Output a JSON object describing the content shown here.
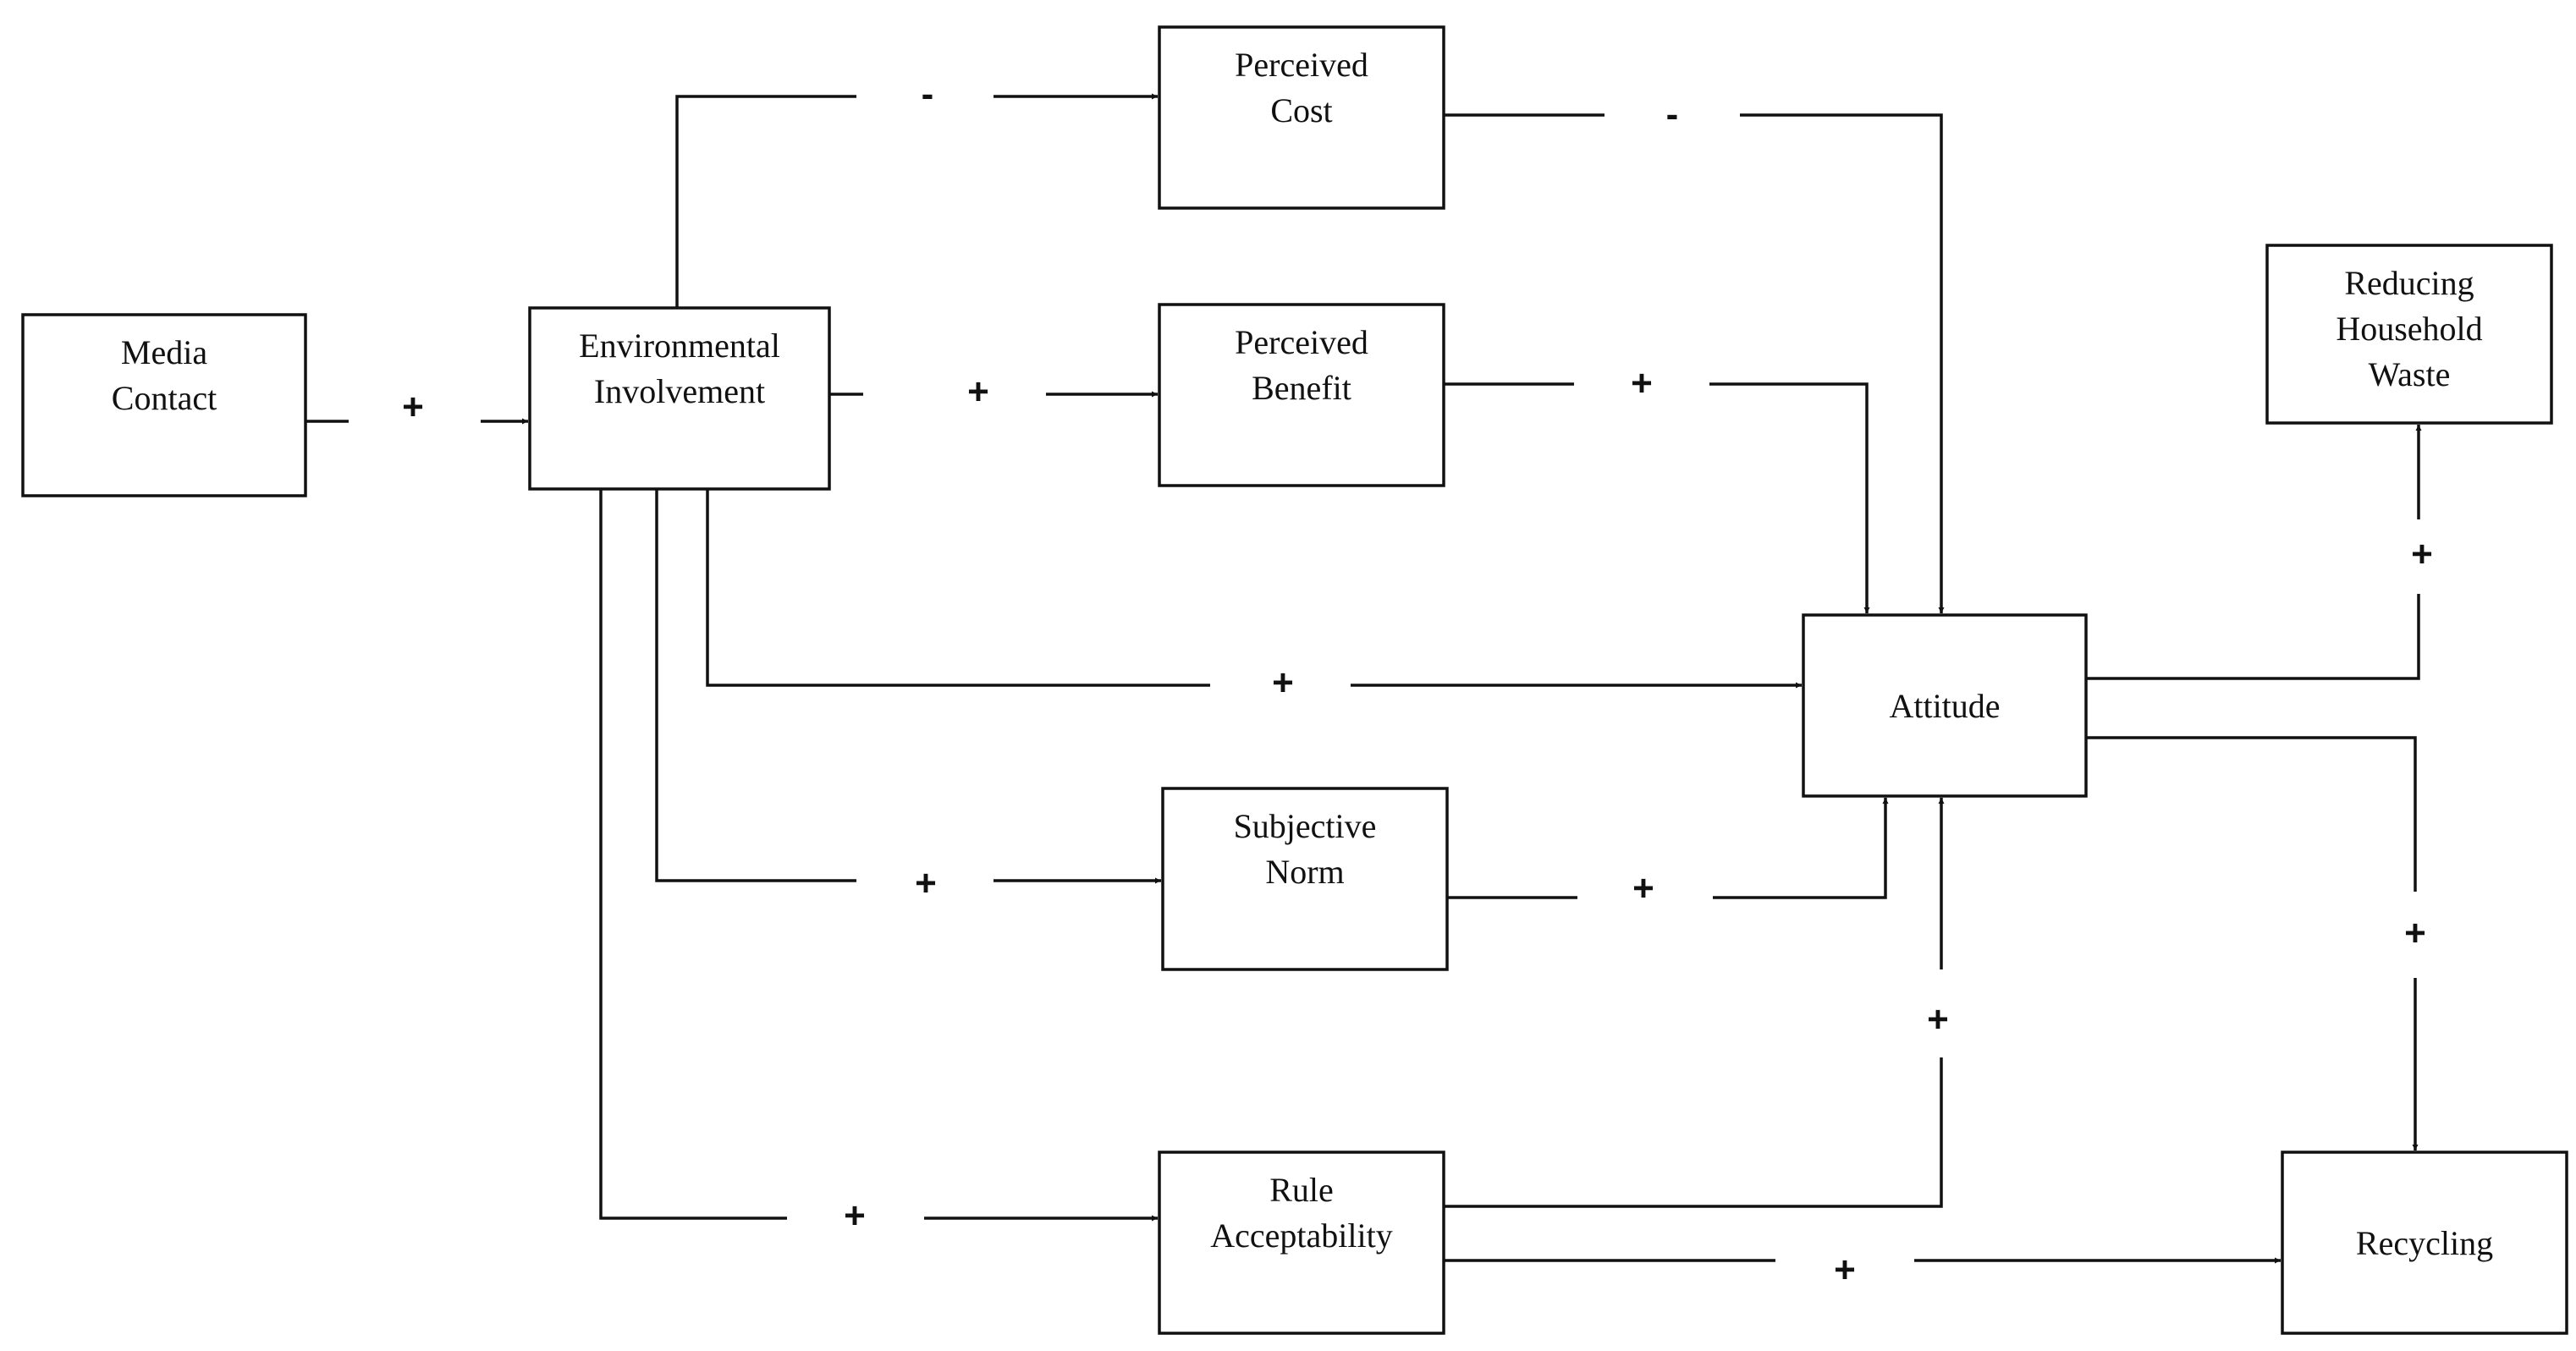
{
  "nodes": {
    "media": [
      "Media",
      "Contact"
    ],
    "env": [
      "Environmental",
      "Involvement"
    ],
    "cost": [
      "Perceived",
      "Cost"
    ],
    "benefit": [
      "Perceived",
      "Benefit"
    ],
    "norm": [
      "Subjective",
      "Norm"
    ],
    "rule": [
      "Rule",
      "Acceptability"
    ],
    "attitude": [
      "Attitude"
    ],
    "reducing": [
      "Reducing",
      "Household",
      "Waste"
    ],
    "recycling": [
      "Recycling"
    ]
  },
  "edges": [
    {
      "id": "media-env",
      "from": "Media Contact",
      "to": "Environmental Involvement",
      "sign": "+"
    },
    {
      "id": "env-cost",
      "from": "Environmental Involvement",
      "to": "Perceived Cost",
      "sign": "-"
    },
    {
      "id": "env-benefit",
      "from": "Environmental Involvement",
      "to": "Perceived Benefit",
      "sign": "+"
    },
    {
      "id": "env-attitude",
      "from": "Environmental Involvement",
      "to": "Attitude",
      "sign": "+"
    },
    {
      "id": "env-norm",
      "from": "Environmental Involvement",
      "to": "Subjective Norm",
      "sign": "+"
    },
    {
      "id": "env-rule",
      "from": "Environmental Involvement",
      "to": "Rule Acceptability",
      "sign": "+"
    },
    {
      "id": "cost-attitude",
      "from": "Perceived Cost",
      "to": "Attitude",
      "sign": "-"
    },
    {
      "id": "benefit-attitude",
      "from": "Perceived Benefit",
      "to": "Attitude",
      "sign": "+"
    },
    {
      "id": "norm-attitude",
      "from": "Subjective Norm",
      "to": "Attitude",
      "sign": "+"
    },
    {
      "id": "rule-attitude",
      "from": "Rule Acceptability",
      "to": "Attitude",
      "sign": "+"
    },
    {
      "id": "rule-recycling",
      "from": "Rule Acceptability",
      "to": "Recycling",
      "sign": "+"
    },
    {
      "id": "attitude-reducing",
      "from": "Attitude",
      "to": "Reducing Household Waste",
      "sign": "+"
    },
    {
      "id": "attitude-recycling",
      "from": "Attitude",
      "to": "Recycling",
      "sign": "+"
    }
  ]
}
